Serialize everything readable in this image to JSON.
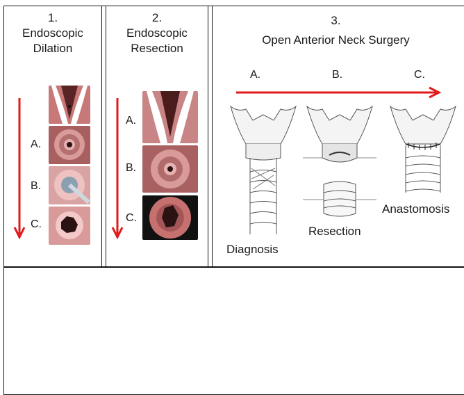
{
  "panels": [
    {
      "number": "1.",
      "title_line1": "Endoscopic",
      "title_line2": "Dilation",
      "steps": [
        "A.",
        "B.",
        "C."
      ]
    },
    {
      "number": "2.",
      "title_line1": "Endoscopic",
      "title_line2": "Resection",
      "steps": [
        "A.",
        "B.",
        "C."
      ]
    },
    {
      "number": "3.",
      "title_line1": "Open Anterior Neck Surgery",
      "steps": [
        "A.",
        "B.",
        "C."
      ],
      "captions": [
        "Diagnosis",
        "Resection",
        "Anastomosis"
      ]
    }
  ],
  "colors": {
    "arrow": "#e01a1a",
    "tissue": "#d98c8c",
    "lumen": "#2a1212",
    "border": "#111111"
  },
  "icons": [
    "endoscopic-image",
    "trachea-sketch",
    "red-arrow"
  ]
}
